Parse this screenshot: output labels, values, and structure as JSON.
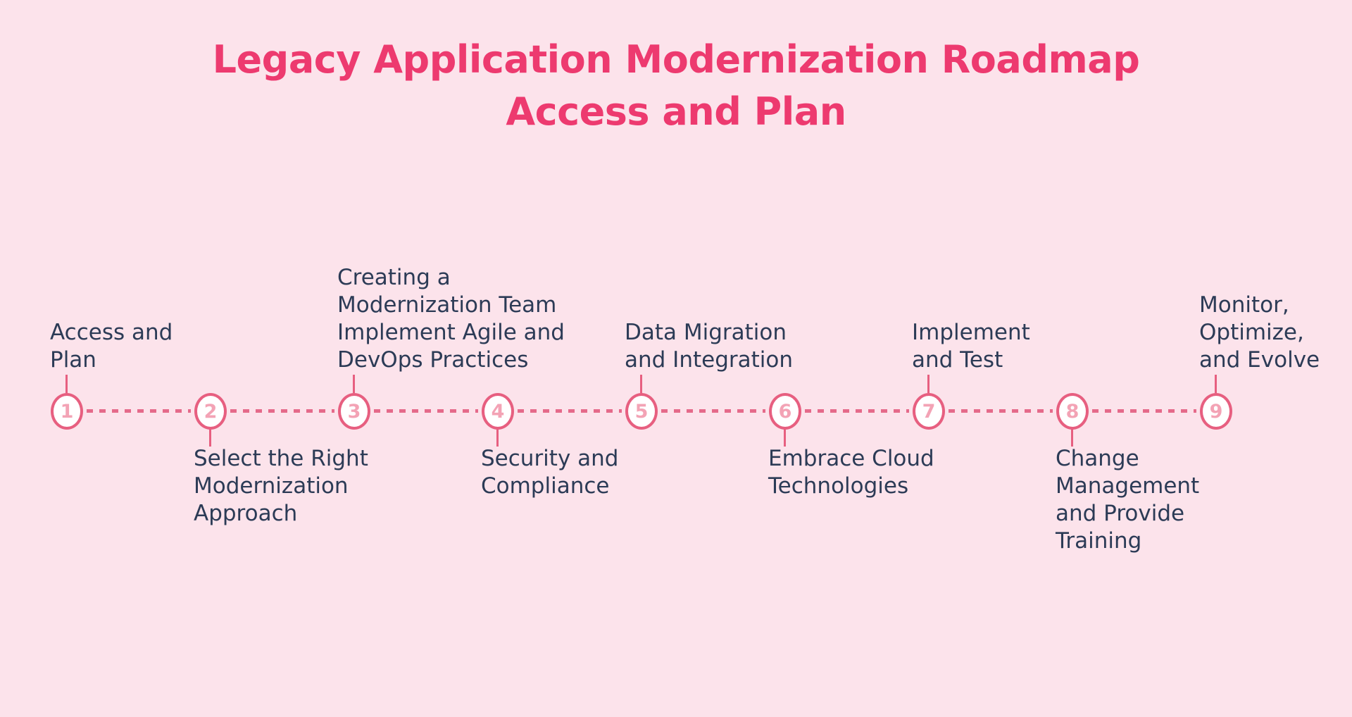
{
  "title": {
    "line1": "Legacy Application Modernization Roadmap",
    "line2": "Access and Plan"
  },
  "colors": {
    "background": "#FCE3EB",
    "title": "#ED3A6F",
    "accent": "#E75F80",
    "dash": "#E56A8A",
    "number": "#F3A3B5",
    "label": "#2C3B56",
    "circle_fill": "#FFFFFF"
  },
  "timeline": {
    "milestones": [
      {
        "number": "1",
        "position": "above",
        "lines": [
          "Access and",
          "Plan"
        ]
      },
      {
        "number": "2",
        "position": "below",
        "lines": [
          "Select the Right",
          "Modernization",
          "Approach"
        ]
      },
      {
        "number": "3",
        "position": "above",
        "lines": [
          "Creating a",
          "Modernization Team",
          "Implement Agile and",
          "DevOps Practices"
        ]
      },
      {
        "number": "4",
        "position": "below",
        "lines": [
          "Security and",
          "Compliance"
        ]
      },
      {
        "number": "5",
        "position": "above",
        "lines": [
          "Data Migration",
          "and Integration"
        ]
      },
      {
        "number": "6",
        "position": "below",
        "lines": [
          "Embrace Cloud",
          "Technologies"
        ]
      },
      {
        "number": "7",
        "position": "above",
        "lines": [
          "Implement",
          "and Test"
        ]
      },
      {
        "number": "8",
        "position": "below",
        "lines": [
          "Change",
          "Management",
          "and Provide",
          "Training"
        ]
      },
      {
        "number": "9",
        "position": "above",
        "lines": [
          "Monitor,",
          "Optimize,",
          "and Evolve"
        ]
      }
    ]
  }
}
